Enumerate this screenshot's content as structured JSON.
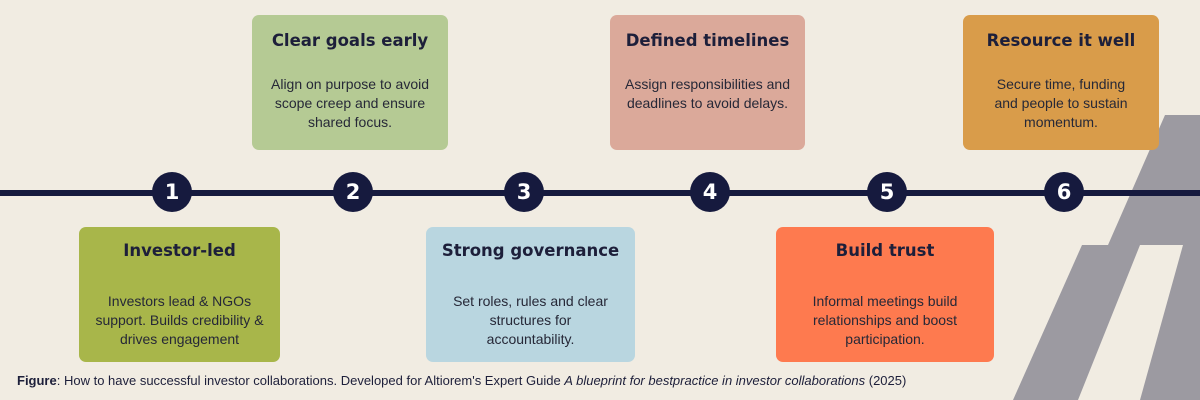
{
  "colors": {
    "background": "#f1ece2",
    "timeline": "#161a3e",
    "decoration": "#9c9aa1"
  },
  "steps": [
    {
      "number": "1",
      "title": "Investor-led",
      "text": "Investors lead & NGOs support. Builds credibility & drives engagement",
      "color": "#a8b64a"
    },
    {
      "number": "2",
      "title": "Clear goals early",
      "text": "Align on purpose to avoid scope creep and ensure shared focus.",
      "color": "#b5ca94"
    },
    {
      "number": "3",
      "title": "Strong governance",
      "text": "Set roles, rules and clear structures for accountability.",
      "color": "#b9d6e0"
    },
    {
      "number": "4",
      "title": "Defined timelines",
      "text": "Assign responsibilities and deadlines to avoid delays.",
      "color": "#dba99a"
    },
    {
      "number": "5",
      "title": "Build trust",
      "text": "Informal meetings build relationships and boost participation.",
      "color": "#fe7a4f"
    },
    {
      "number": "6",
      "title": "Resource it well",
      "text": "Secure time, funding and people to sustain momentum.",
      "color": "#d99c4a"
    }
  ],
  "caption": {
    "label": "Figure",
    "text": ": How to have successful investor collaborations. Developed for Altiorem's Expert Guide ",
    "title": "A blueprint for bestpractice in investor collaborations",
    "year": " (2025)"
  }
}
